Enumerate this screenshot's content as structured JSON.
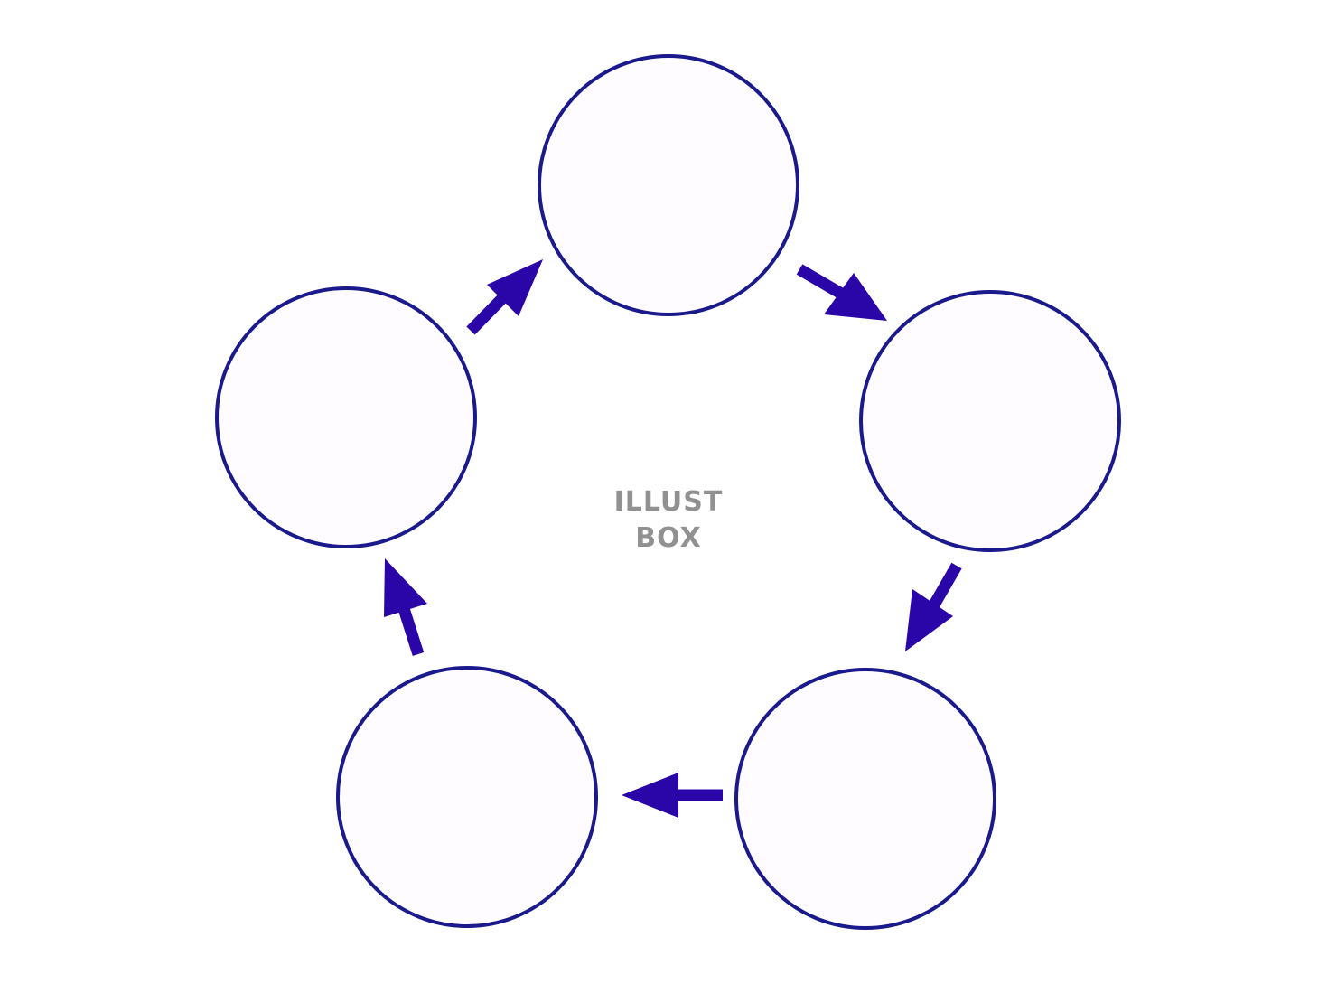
{
  "diagram": {
    "type": "cycle",
    "node_count": 5,
    "direction": "clockwise",
    "nodes": [
      {
        "id": "node-top",
        "label": ""
      },
      {
        "id": "node-right",
        "label": ""
      },
      {
        "id": "node-bottom-right",
        "label": ""
      },
      {
        "id": "node-bottom-left",
        "label": ""
      },
      {
        "id": "node-left",
        "label": ""
      }
    ],
    "edges": [
      {
        "from": "node-top",
        "to": "node-right"
      },
      {
        "from": "node-right",
        "to": "node-bottom-right"
      },
      {
        "from": "node-bottom-right",
        "to": "node-bottom-left"
      },
      {
        "from": "node-bottom-left",
        "to": "node-left"
      },
      {
        "from": "node-left",
        "to": "node-top"
      }
    ],
    "colors": {
      "circle_stroke": "#1a1a8c",
      "circle_fill": "#fefcfe",
      "arrow": "#2a06a8",
      "watermark": "#8c8c8c"
    }
  },
  "watermark": {
    "text": "ILLUST BOX"
  }
}
